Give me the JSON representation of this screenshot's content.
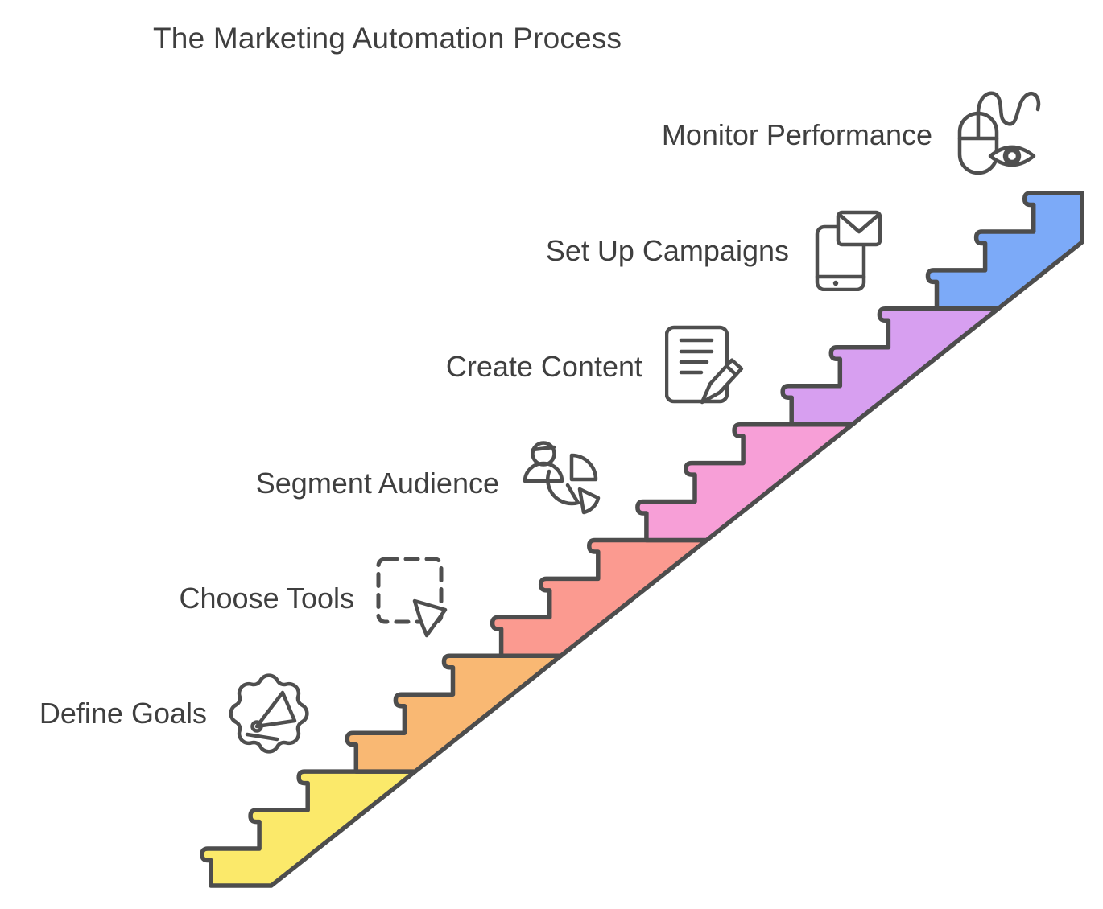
{
  "title": "The Marketing Automation Process",
  "steps": [
    {
      "label": "Define Goals",
      "color": "#fbe96a",
      "icon": "megaphone-gear-icon"
    },
    {
      "label": "Choose Tools",
      "color": "#f9b873",
      "icon": "selection-cursor-icon"
    },
    {
      "label": "Segment Audience",
      "color": "#fb9a90",
      "icon": "audience-pie-icon"
    },
    {
      "label": "Create Content",
      "color": "#f79fd7",
      "icon": "document-pencil-icon"
    },
    {
      "label": "Set Up Campaigns",
      "color": "#d79ff0",
      "icon": "phone-envelope-icon"
    },
    {
      "label": "Monitor Performance",
      "color": "#7caaf8",
      "icon": "mouse-eye-icon"
    }
  ],
  "colors": {
    "outline": "#4d4d4d",
    "icon_stroke": "#4f4f4f",
    "text": "#3f3f3f",
    "background": "#ffffff"
  }
}
